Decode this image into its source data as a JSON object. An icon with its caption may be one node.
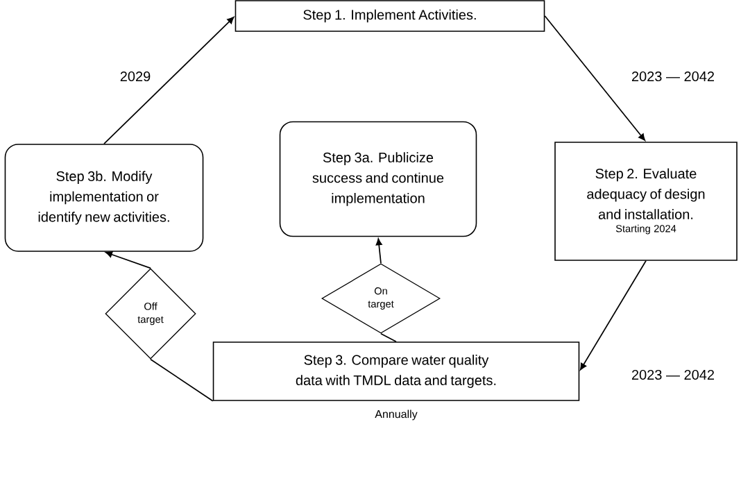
{
  "diagram": {
    "nodes": [
      {
        "text": [
          "Step 1. Implement Activities."
        ]
      },
      {
        "text": [
          "Step 3b. Modify implementation or identify new activities."
        ]
      },
      {
        "text": [
          "Step 3a. Publicize success and continue implementation"
        ]
      },
      {
        "text": [
          "Step 2. Evaluate adequacy of design and installation.",
          "Starting 2024"
        ]
      },
      {
        "text": [
          "Off target"
        ]
      },
      {
        "text": [
          "On target"
        ]
      },
      {
        "text": [
          "Step 3. Compare water quality data with TMDL data and targets."
        ],
        "beside": [
          "Annually"
        ]
      }
    ],
    "edges": [
      {
        "from": 1,
        "to": 0,
        "arrow": "to",
        "label": "2029"
      },
      {
        "from": 0,
        "to": 3,
        "arrow": "to",
        "label": "2023 — 2042"
      },
      {
        "from": 3,
        "to": 6,
        "arrow": "to",
        "label": "2023 — 2042"
      },
      {
        "from": 6,
        "to": 4,
        "arrow": "none"
      },
      {
        "from": 4,
        "to": 1,
        "arrow": "to"
      },
      {
        "from": 6,
        "to": 5,
        "arrow": "none"
      },
      {
        "from": 5,
        "to": 2,
        "arrow": "to"
      }
    ]
  }
}
